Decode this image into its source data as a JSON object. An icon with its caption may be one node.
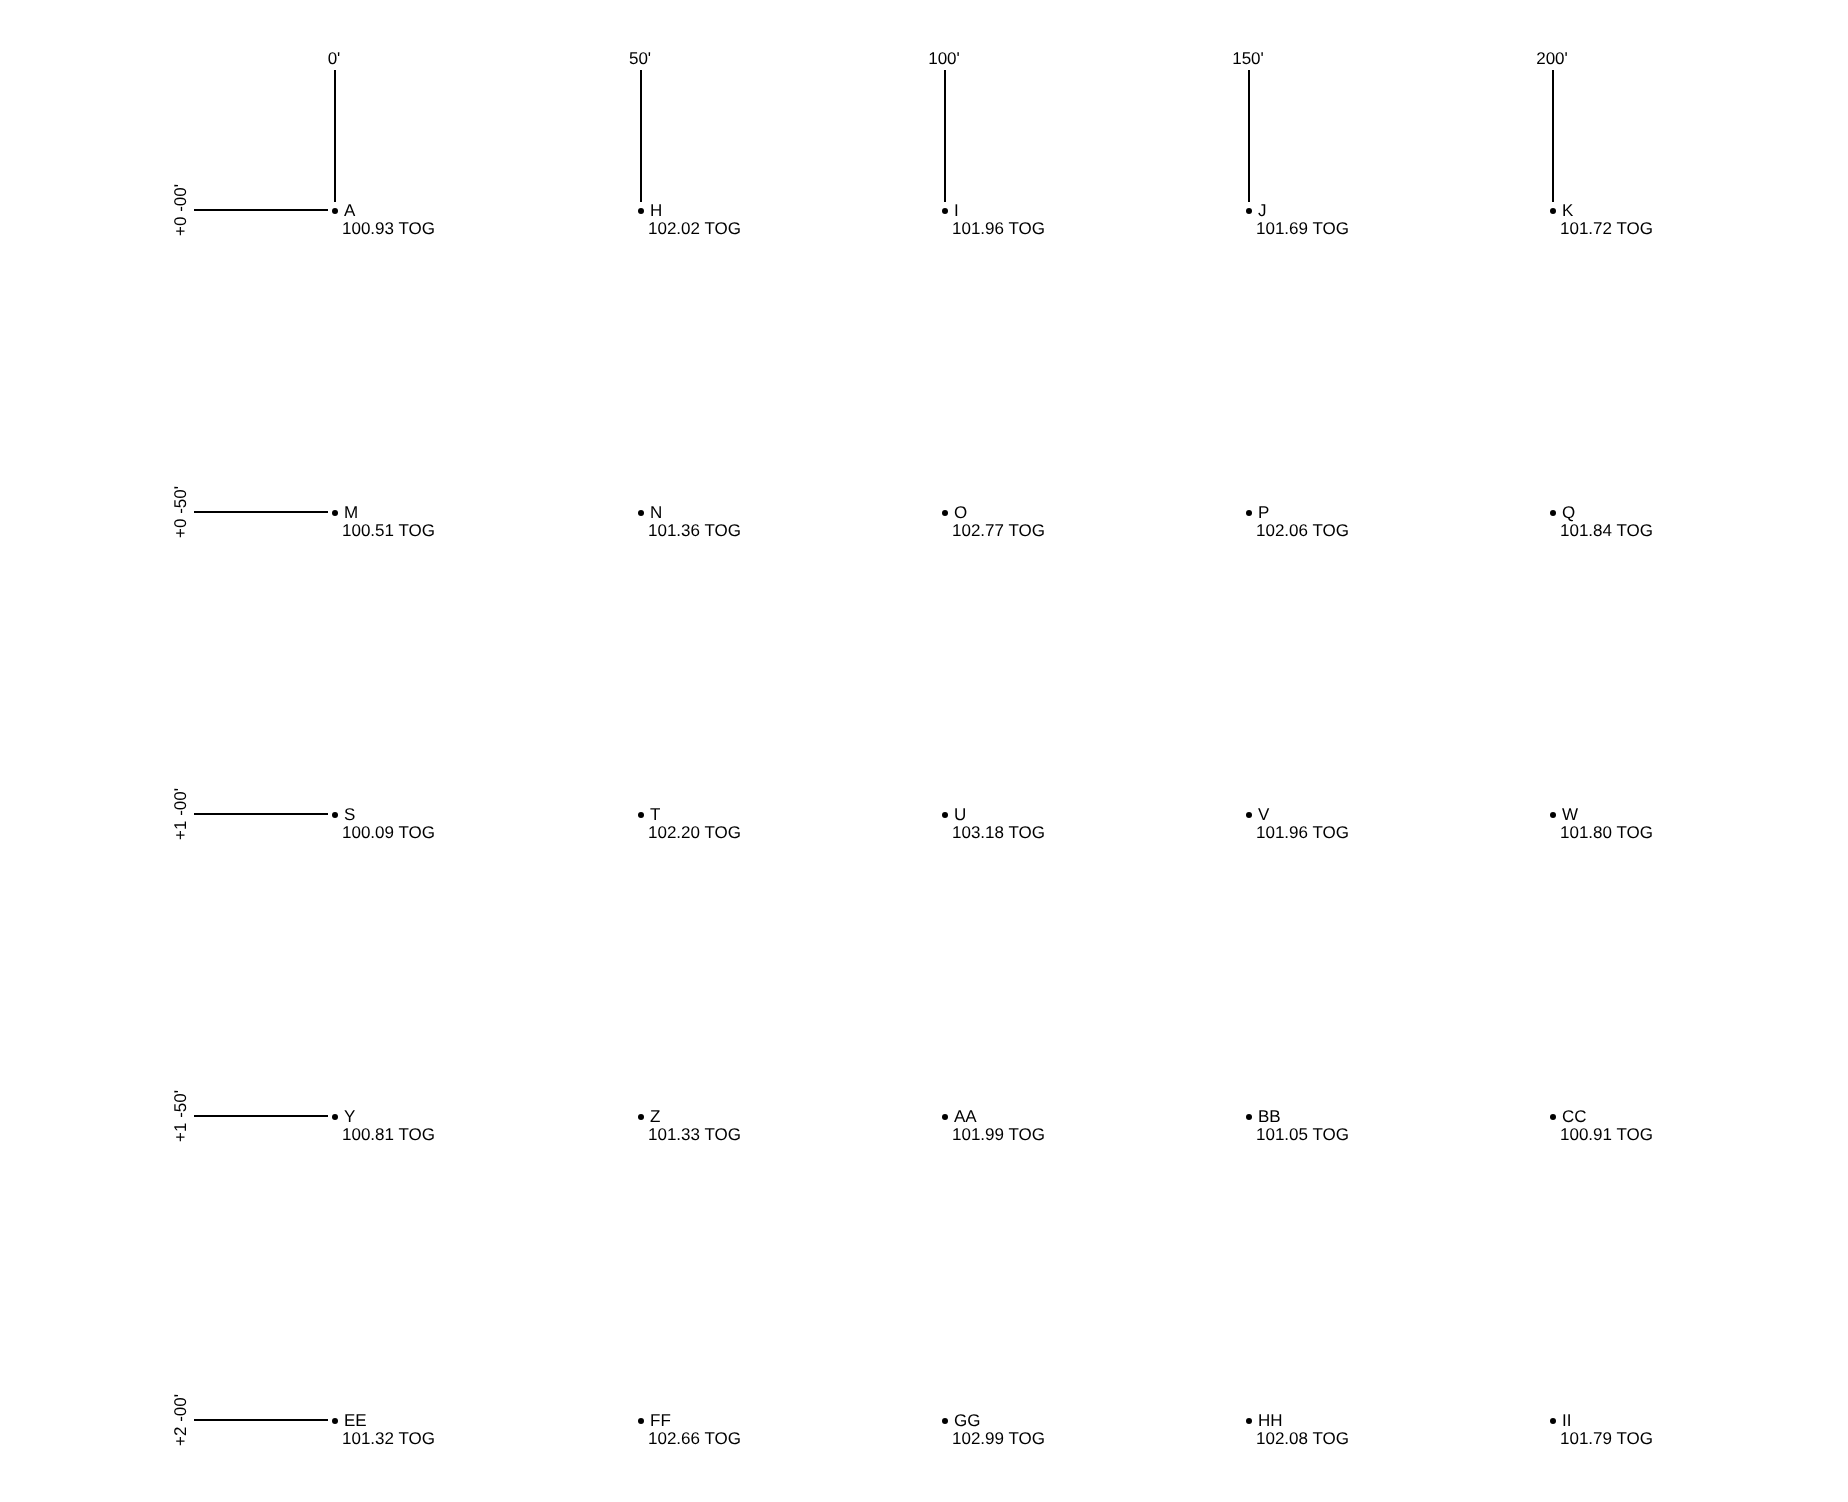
{
  "diagram": {
    "nodes": [
      {
        "text": [
          "0'"
        ]
      },
      {
        "text": [
          "50'"
        ]
      },
      {
        "text": [
          "100'"
        ]
      },
      {
        "text": [
          "150'"
        ]
      },
      {
        "text": [
          "200'"
        ]
      },
      {
        "text": [
          "+0 -00'"
        ]
      },
      {
        "text": [
          "A",
          "100.93 TOG"
        ]
      },
      {
        "text": [
          "H",
          "102.02 TOG"
        ]
      },
      {
        "text": [
          "I",
          "101.96 TOG"
        ]
      },
      {
        "text": [
          "J",
          "101.69 TOG"
        ]
      },
      {
        "text": [
          "K",
          "101.72 TOG"
        ]
      },
      {
        "text": [
          "+0 -50'"
        ]
      },
      {
        "text": [
          "M",
          "100.51 TOG"
        ]
      },
      {
        "text": [
          "N",
          "101.36 TOG"
        ]
      },
      {
        "text": [
          "O",
          "102.77 TOG"
        ]
      },
      {
        "text": [
          "P",
          "102.06 TOG"
        ]
      },
      {
        "text": [
          "Q",
          "101.84 TOG"
        ]
      },
      {
        "text": [
          "+1 -00'"
        ]
      },
      {
        "text": [
          "S",
          "100.09 TOG"
        ]
      },
      {
        "text": [
          "T",
          "102.20 TOG"
        ]
      },
      {
        "text": [
          "U",
          "103.18 TOG"
        ]
      },
      {
        "text": [
          "V",
          "101.96 TOG"
        ]
      },
      {
        "text": [
          "W",
          "101.80 TOG"
        ]
      },
      {
        "text": [
          "+1 -50'"
        ]
      },
      {
        "text": [
          "Y",
          "100.81 TOG"
        ]
      },
      {
        "text": [
          "Z",
          "101.33 TOG"
        ]
      },
      {
        "text": [
          "AA",
          "101.99 TOG"
        ]
      },
      {
        "text": [
          "BB",
          "101.05 TOG"
        ]
      },
      {
        "text": [
          "CC",
          "100.91 TOG"
        ]
      },
      {
        "text": [
          "+2 -00'"
        ]
      },
      {
        "text": [
          "EE",
          "101.32 TOG"
        ]
      },
      {
        "text": [
          "FF",
          "102.66 TOG"
        ]
      },
      {
        "text": [
          "GG",
          "102.99 TOG"
        ]
      },
      {
        "text": [
          "HH",
          "102.08 TOG"
        ]
      },
      {
        "text": [
          "II",
          "101.79 TOG"
        ]
      }
    ],
    "edges": [
      {
        "from": 0,
        "to": 6,
        "arrow": "none"
      },
      {
        "from": 1,
        "to": 7,
        "arrow": "none"
      },
      {
        "from": 2,
        "to": 8,
        "arrow": "none"
      },
      {
        "from": 3,
        "to": 9,
        "arrow": "none"
      },
      {
        "from": 4,
        "to": 10,
        "arrow": "none"
      },
      {
        "from": 5,
        "to": 6,
        "arrow": "none"
      },
      {
        "from": 11,
        "to": 12,
        "arrow": "none"
      },
      {
        "from": 17,
        "to": 18,
        "arrow": "none"
      },
      {
        "from": 23,
        "to": 24,
        "arrow": "none"
      },
      {
        "from": 29,
        "to": 30,
        "arrow": "none"
      }
    ]
  }
}
